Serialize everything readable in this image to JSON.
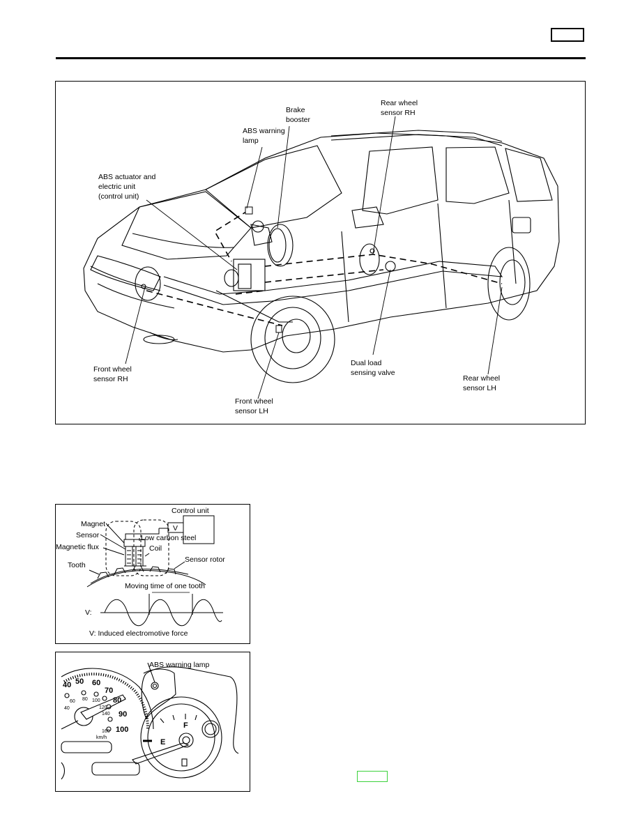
{
  "figure1": {
    "labels": {
      "brake_booster": [
        "Brake",
        "booster"
      ],
      "rear_wheel_sensor_rh": [
        "Rear wheel",
        "sensor RH"
      ],
      "abs_warning_lamp": [
        "ABS warning",
        "lamp"
      ],
      "abs_actuator": [
        "ABS actuator and",
        "electric unit",
        "(control unit)"
      ],
      "front_wheel_sensor_rh": [
        "Front wheel",
        "sensor RH"
      ],
      "dual_load_sensing_valve": [
        "Dual load",
        "sensing valve"
      ],
      "rear_wheel_sensor_lh": [
        "Rear wheel",
        "sensor LH"
      ],
      "front_wheel_sensor_lh": [
        "Front wheel",
        "sensor LH"
      ]
    }
  },
  "figure2": {
    "labels": {
      "control_unit": "Control unit",
      "v_box": "V",
      "magnet": "Magnet",
      "sensor": "Sensor",
      "low_carbon_steel": "Low carbon steel",
      "magnetic_flux": "Magnetic flux",
      "coil": "Coil",
      "tooth": "Tooth",
      "sensor_rotor": "Sensor rotor",
      "moving_time": "Moving time of one tooth",
      "v_axis": "V:",
      "caption": "V: Induced electromotive force"
    }
  },
  "figure3": {
    "labels": {
      "abs_warning_lamp": "ABS warning lamp",
      "fuel_full": "F",
      "fuel_empty": "E",
      "unit": "km/h"
    },
    "mph_scale": [
      "40",
      "50",
      "60",
      "70",
      "80",
      "90",
      "100"
    ],
    "kmh_scale": [
      "40",
      "60",
      "80",
      "100",
      "120",
      "140",
      "160"
    ]
  }
}
